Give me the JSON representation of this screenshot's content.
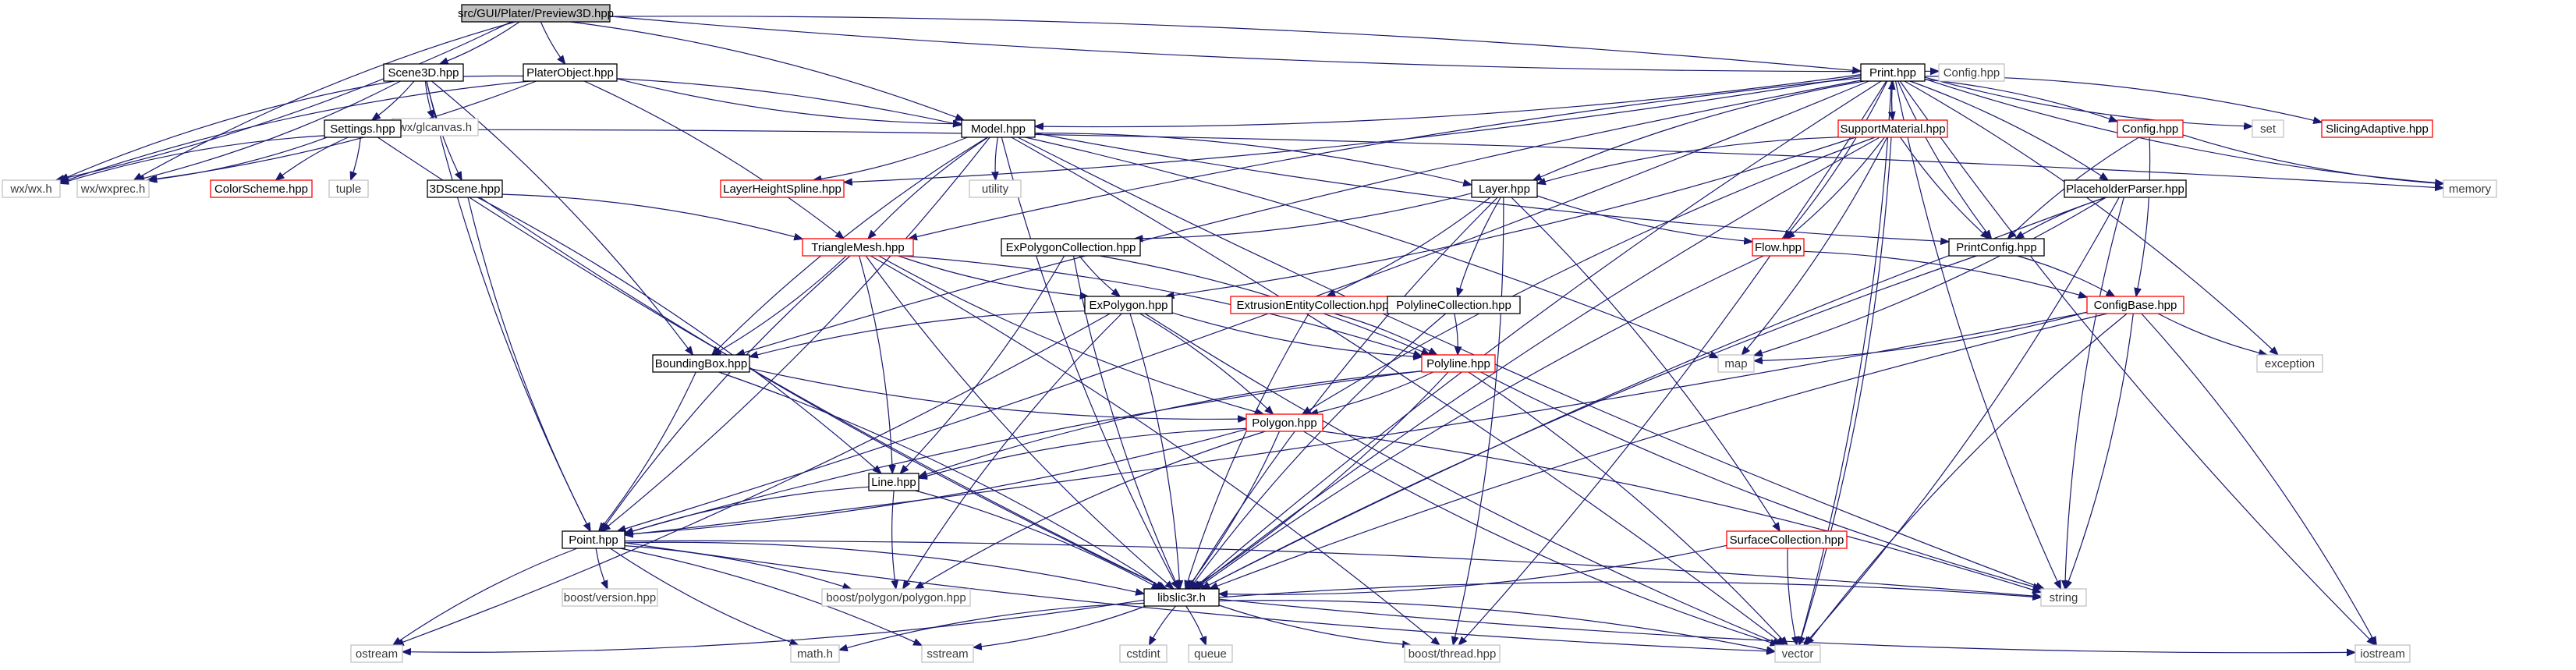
{
  "graph": {
    "title": "",
    "colors": {
      "edge": "#191970",
      "focus_fill": "#bfbfbf",
      "incomplete_border": "#ff0000",
      "external_border": "#bfbfbf",
      "node_border": "#000000"
    },
    "nodes": [
      {
        "id": "preview3d",
        "label": "src/GUI/Plater/Preview3D.hpp",
        "kind": "focus"
      },
      {
        "id": "scene3d",
        "label": "Scene3D.hpp",
        "kind": "linked"
      },
      {
        "id": "platerobject",
        "label": "PlaterObject.hpp",
        "kind": "linked"
      },
      {
        "id": "print",
        "label": "Print.hpp",
        "kind": "linked"
      },
      {
        "id": "config_ext",
        "label": "Config.hpp",
        "kind": "external"
      },
      {
        "id": "wx_h",
        "label": "wx/wx.h",
        "kind": "external"
      },
      {
        "id": "wxprec",
        "label": "wx/wxprec.h",
        "kind": "external"
      },
      {
        "id": "glcanvas",
        "label": "wx/glcanvas.h",
        "kind": "external"
      },
      {
        "id": "settings",
        "label": "Settings.hpp",
        "kind": "linked"
      },
      {
        "id": "colorscheme",
        "label": "ColorScheme.hpp",
        "kind": "incomplete"
      },
      {
        "id": "tuple",
        "label": "tuple",
        "kind": "external"
      },
      {
        "id": "model",
        "label": "Model.hpp",
        "kind": "linked"
      },
      {
        "id": "utility",
        "label": "utility",
        "kind": "external"
      },
      {
        "id": "layerheightspline",
        "label": "LayerHeightSpline.hpp",
        "kind": "incomplete"
      },
      {
        "id": "scene3d_3d",
        "label": "3DScene.hpp",
        "kind": "linked"
      },
      {
        "id": "trianglemesh",
        "label": "TriangleMesh.hpp",
        "kind": "incomplete"
      },
      {
        "id": "expolygoncollection",
        "label": "ExPolygonCollection.hpp",
        "kind": "linked"
      },
      {
        "id": "expolygon",
        "label": "ExPolygon.hpp",
        "kind": "linked"
      },
      {
        "id": "boundingbox",
        "label": "BoundingBox.hpp",
        "kind": "linked"
      },
      {
        "id": "extrusionentitycollection",
        "label": "ExtrusionEntityCollection.hpp",
        "kind": "incomplete"
      },
      {
        "id": "polylinecollection",
        "label": "PolylineCollection.hpp",
        "kind": "linked"
      },
      {
        "id": "polyline",
        "label": "Polyline.hpp",
        "kind": "incomplete"
      },
      {
        "id": "polygon",
        "label": "Polygon.hpp",
        "kind": "incomplete"
      },
      {
        "id": "line",
        "label": "Line.hpp",
        "kind": "linked"
      },
      {
        "id": "point",
        "label": "Point.hpp",
        "kind": "linked"
      },
      {
        "id": "libslic3r",
        "label": "libslic3r.h",
        "kind": "linked"
      },
      {
        "id": "layer",
        "label": "Layer.hpp",
        "kind": "linked"
      },
      {
        "id": "flow",
        "label": "Flow.hpp",
        "kind": "incomplete"
      },
      {
        "id": "supportmaterial",
        "label": "SupportMaterial.hpp",
        "kind": "incomplete"
      },
      {
        "id": "config_hpp",
        "label": "Config.hpp",
        "kind": "incomplete"
      },
      {
        "id": "set",
        "label": "set",
        "kind": "external"
      },
      {
        "id": "slicingadaptive",
        "label": "SlicingAdaptive.hpp",
        "kind": "incomplete"
      },
      {
        "id": "memory",
        "label": "memory",
        "kind": "external"
      },
      {
        "id": "placeholderparser",
        "label": "PlaceholderParser.hpp",
        "kind": "linked"
      },
      {
        "id": "printconfig",
        "label": "PrintConfig.hpp",
        "kind": "linked"
      },
      {
        "id": "configbase",
        "label": "ConfigBase.hpp",
        "kind": "incomplete"
      },
      {
        "id": "map",
        "label": "map",
        "kind": "external"
      },
      {
        "id": "exception",
        "label": "exception",
        "kind": "external"
      },
      {
        "id": "surfacecollection",
        "label": "SurfaceCollection.hpp",
        "kind": "incomplete"
      },
      {
        "id": "string",
        "label": "string",
        "kind": "external"
      },
      {
        "id": "boost_version",
        "label": "boost/version.hpp",
        "kind": "external"
      },
      {
        "id": "boost_polygon",
        "label": "boost/polygon/polygon.hpp",
        "kind": "external"
      },
      {
        "id": "ostream",
        "label": "ostream",
        "kind": "external"
      },
      {
        "id": "math",
        "label": "math.h",
        "kind": "external"
      },
      {
        "id": "sstream",
        "label": "sstream",
        "kind": "external"
      },
      {
        "id": "cstdint",
        "label": "cstdint",
        "kind": "external"
      },
      {
        "id": "queue",
        "label": "queue",
        "kind": "external"
      },
      {
        "id": "boost_thread",
        "label": "boost/thread.hpp",
        "kind": "external"
      },
      {
        "id": "vector",
        "label": "vector",
        "kind": "external"
      },
      {
        "id": "iostream",
        "label": "iostream",
        "kind": "external"
      }
    ],
    "edges": [
      [
        "preview3d",
        "scene3d"
      ],
      [
        "preview3d",
        "platerobject"
      ],
      [
        "preview3d",
        "print"
      ],
      [
        "preview3d",
        "config_ext"
      ],
      [
        "preview3d",
        "wx_h"
      ],
      [
        "preview3d",
        "wxprec"
      ],
      [
        "preview3d",
        "model"
      ],
      [
        "scene3d",
        "wx_h"
      ],
      [
        "scene3d",
        "wxprec"
      ],
      [
        "scene3d",
        "glcanvas"
      ],
      [
        "scene3d",
        "settings"
      ],
      [
        "scene3d",
        "scene3d_3d"
      ],
      [
        "scene3d",
        "boundingbox"
      ],
      [
        "scene3d",
        "point"
      ],
      [
        "scene3d",
        "model"
      ],
      [
        "platerobject",
        "wx_h"
      ],
      [
        "platerobject",
        "wxprec"
      ],
      [
        "platerobject",
        "model"
      ],
      [
        "platerobject",
        "trianglemesh"
      ],
      [
        "settings",
        "wx_h"
      ],
      [
        "settings",
        "wxprec"
      ],
      [
        "settings",
        "colorscheme"
      ],
      [
        "settings",
        "tuple"
      ],
      [
        "settings",
        "libslic3r"
      ],
      [
        "settings",
        "memory"
      ],
      [
        "model",
        "utility"
      ],
      [
        "model",
        "layerheightspline"
      ],
      [
        "model",
        "trianglemesh"
      ],
      [
        "model",
        "layer"
      ],
      [
        "model",
        "boundingbox"
      ],
      [
        "model",
        "point"
      ],
      [
        "model",
        "printconfig"
      ],
      [
        "model",
        "map"
      ],
      [
        "model",
        "string"
      ],
      [
        "model",
        "vector"
      ],
      [
        "model",
        "libslic3r"
      ],
      [
        "scene3d_3d",
        "trianglemesh"
      ],
      [
        "scene3d_3d",
        "point"
      ],
      [
        "scene3d_3d",
        "line"
      ],
      [
        "scene3d_3d",
        "libslic3r"
      ],
      [
        "print",
        "model"
      ],
      [
        "print",
        "layer"
      ],
      [
        "print",
        "flow"
      ],
      [
        "print",
        "supportmaterial"
      ],
      [
        "print",
        "config_hpp"
      ],
      [
        "print",
        "set"
      ],
      [
        "print",
        "slicingadaptive"
      ],
      [
        "print",
        "memory"
      ],
      [
        "print",
        "placeholderparser"
      ],
      [
        "print",
        "printconfig"
      ],
      [
        "print",
        "layerheightspline"
      ],
      [
        "print",
        "boundingbox"
      ],
      [
        "print",
        "point"
      ],
      [
        "print",
        "trianglemesh"
      ],
      [
        "print",
        "exception"
      ],
      [
        "print",
        "string"
      ],
      [
        "print",
        "vector"
      ],
      [
        "print",
        "iostream"
      ],
      [
        "print",
        "boost_thread"
      ],
      [
        "print",
        "libslic3r"
      ],
      [
        "supportmaterial",
        "print"
      ],
      [
        "supportmaterial",
        "layer"
      ],
      [
        "supportmaterial",
        "flow"
      ],
      [
        "supportmaterial",
        "printconfig"
      ],
      [
        "supportmaterial",
        "map"
      ],
      [
        "supportmaterial",
        "polygon"
      ],
      [
        "supportmaterial",
        "expolygon"
      ],
      [
        "supportmaterial",
        "libslic3r"
      ],
      [
        "supportmaterial",
        "vector"
      ],
      [
        "config_hpp",
        "printconfig"
      ],
      [
        "config_hpp",
        "configbase"
      ],
      [
        "config_hpp",
        "memory"
      ],
      [
        "layer",
        "expolygoncollection"
      ],
      [
        "layer",
        "flow"
      ],
      [
        "layer",
        "extrusionentitycollection"
      ],
      [
        "layer",
        "polylinecollection"
      ],
      [
        "layer",
        "surfacecollection"
      ],
      [
        "layer",
        "libslic3r"
      ],
      [
        "layer",
        "boost_thread"
      ],
      [
        "placeholderparser",
        "printconfig"
      ],
      [
        "placeholderparser",
        "map"
      ],
      [
        "placeholderparser",
        "string"
      ],
      [
        "placeholderparser",
        "vector"
      ],
      [
        "placeholderparser",
        "libslic3r"
      ],
      [
        "printconfig",
        "configbase"
      ],
      [
        "printconfig",
        "libslic3r"
      ],
      [
        "flow",
        "configbase"
      ],
      [
        "flow",
        "libslic3r"
      ],
      [
        "configbase",
        "map"
      ],
      [
        "configbase",
        "exception"
      ],
      [
        "configbase",
        "string"
      ],
      [
        "configbase",
        "vector"
      ],
      [
        "configbase",
        "iostream"
      ],
      [
        "configbase",
        "libslic3r"
      ],
      [
        "configbase",
        "point"
      ],
      [
        "trianglemesh",
        "expolygon"
      ],
      [
        "trianglemesh",
        "boundingbox"
      ],
      [
        "trianglemesh",
        "polygon"
      ],
      [
        "trianglemesh",
        "line"
      ],
      [
        "trianglemesh",
        "point"
      ],
      [
        "trianglemesh",
        "polyline"
      ],
      [
        "trianglemesh",
        "libslic3r"
      ],
      [
        "trianglemesh",
        "boost_thread"
      ],
      [
        "expolygoncollection",
        "expolygon"
      ],
      [
        "expolygoncollection",
        "line"
      ],
      [
        "expolygoncollection",
        "libslic3r"
      ],
      [
        "expolygoncollection",
        "polyline"
      ],
      [
        "expolygon",
        "boundingbox"
      ],
      [
        "expolygon",
        "polygon"
      ],
      [
        "expolygon",
        "polyline"
      ],
      [
        "expolygon",
        "libslic3r"
      ],
      [
        "expolygon",
        "boost_polygon"
      ],
      [
        "expolygon",
        "ostream"
      ],
      [
        "expolygon",
        "vector"
      ],
      [
        "extrusionentitycollection",
        "polyline"
      ],
      [
        "extrusionentitycollection",
        "libslic3r"
      ],
      [
        "polylinecollection",
        "polyline"
      ],
      [
        "polylinecollection",
        "libslic3r"
      ],
      [
        "polyline",
        "polygon"
      ],
      [
        "polyline",
        "line"
      ],
      [
        "polyline",
        "libslic3r"
      ],
      [
        "polyline",
        "string"
      ],
      [
        "polyline",
        "vector"
      ],
      [
        "polyline",
        "point"
      ],
      [
        "boundingbox",
        "point"
      ],
      [
        "boundingbox",
        "polygon"
      ],
      [
        "boundingbox",
        "libslic3r"
      ],
      [
        "polygon",
        "line"
      ],
      [
        "polygon",
        "libslic3r"
      ],
      [
        "polygon",
        "boost_polygon"
      ],
      [
        "polygon",
        "string"
      ],
      [
        "polygon",
        "vector"
      ],
      [
        "polygon",
        "point"
      ],
      [
        "line",
        "point"
      ],
      [
        "line",
        "libslic3r"
      ],
      [
        "line",
        "boost_polygon"
      ],
      [
        "point",
        "libslic3r"
      ],
      [
        "point",
        "boost_version"
      ],
      [
        "point",
        "boost_polygon"
      ],
      [
        "point",
        "math"
      ],
      [
        "point",
        "sstream"
      ],
      [
        "point",
        "ostream"
      ],
      [
        "point",
        "string"
      ],
      [
        "point",
        "vector"
      ],
      [
        "surfacecollection",
        "libslic3r"
      ],
      [
        "surfacecollection",
        "vector"
      ],
      [
        "libslic3r",
        "ostream"
      ],
      [
        "libslic3r",
        "math"
      ],
      [
        "libslic3r",
        "sstream"
      ],
      [
        "libslic3r",
        "cstdint"
      ],
      [
        "libslic3r",
        "queue"
      ],
      [
        "libslic3r",
        "boost_thread"
      ],
      [
        "libslic3r",
        "vector"
      ],
      [
        "libslic3r",
        "iostream"
      ],
      [
        "libslic3r",
        "string"
      ]
    ]
  }
}
